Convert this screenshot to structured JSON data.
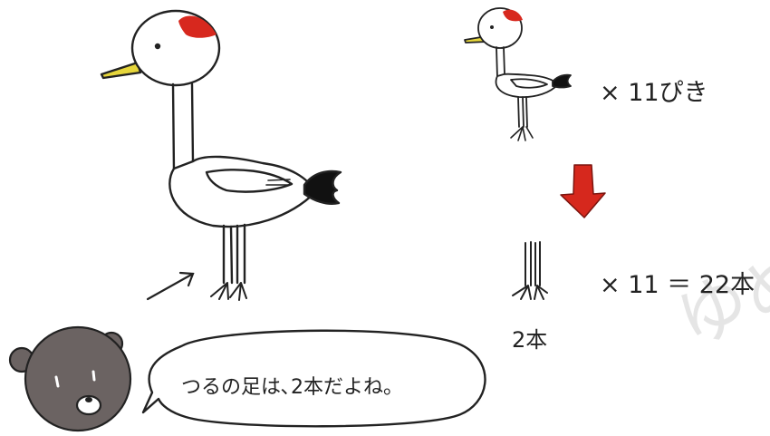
{
  "equations": {
    "cranes_times": "× 11ぴき",
    "legs_equation": "× 11 ＝ 22本"
  },
  "legs_label": "2本",
  "speech_bubble": {
    "text": "つるの足は､2本だよね。"
  },
  "watermark_text": "ゆめ",
  "colors": {
    "crane_crown": "#d7281e",
    "crane_beak": "#e6d63b",
    "tail": "#111111",
    "down_arrow": "#d6281d",
    "bear_fur": "#6b6362",
    "outline": "#222222"
  },
  "icons": [
    "crane-large",
    "crane-small",
    "down-arrow-icon",
    "crane-legs-icon",
    "pointer-arrow-icon",
    "bear-icon"
  ]
}
